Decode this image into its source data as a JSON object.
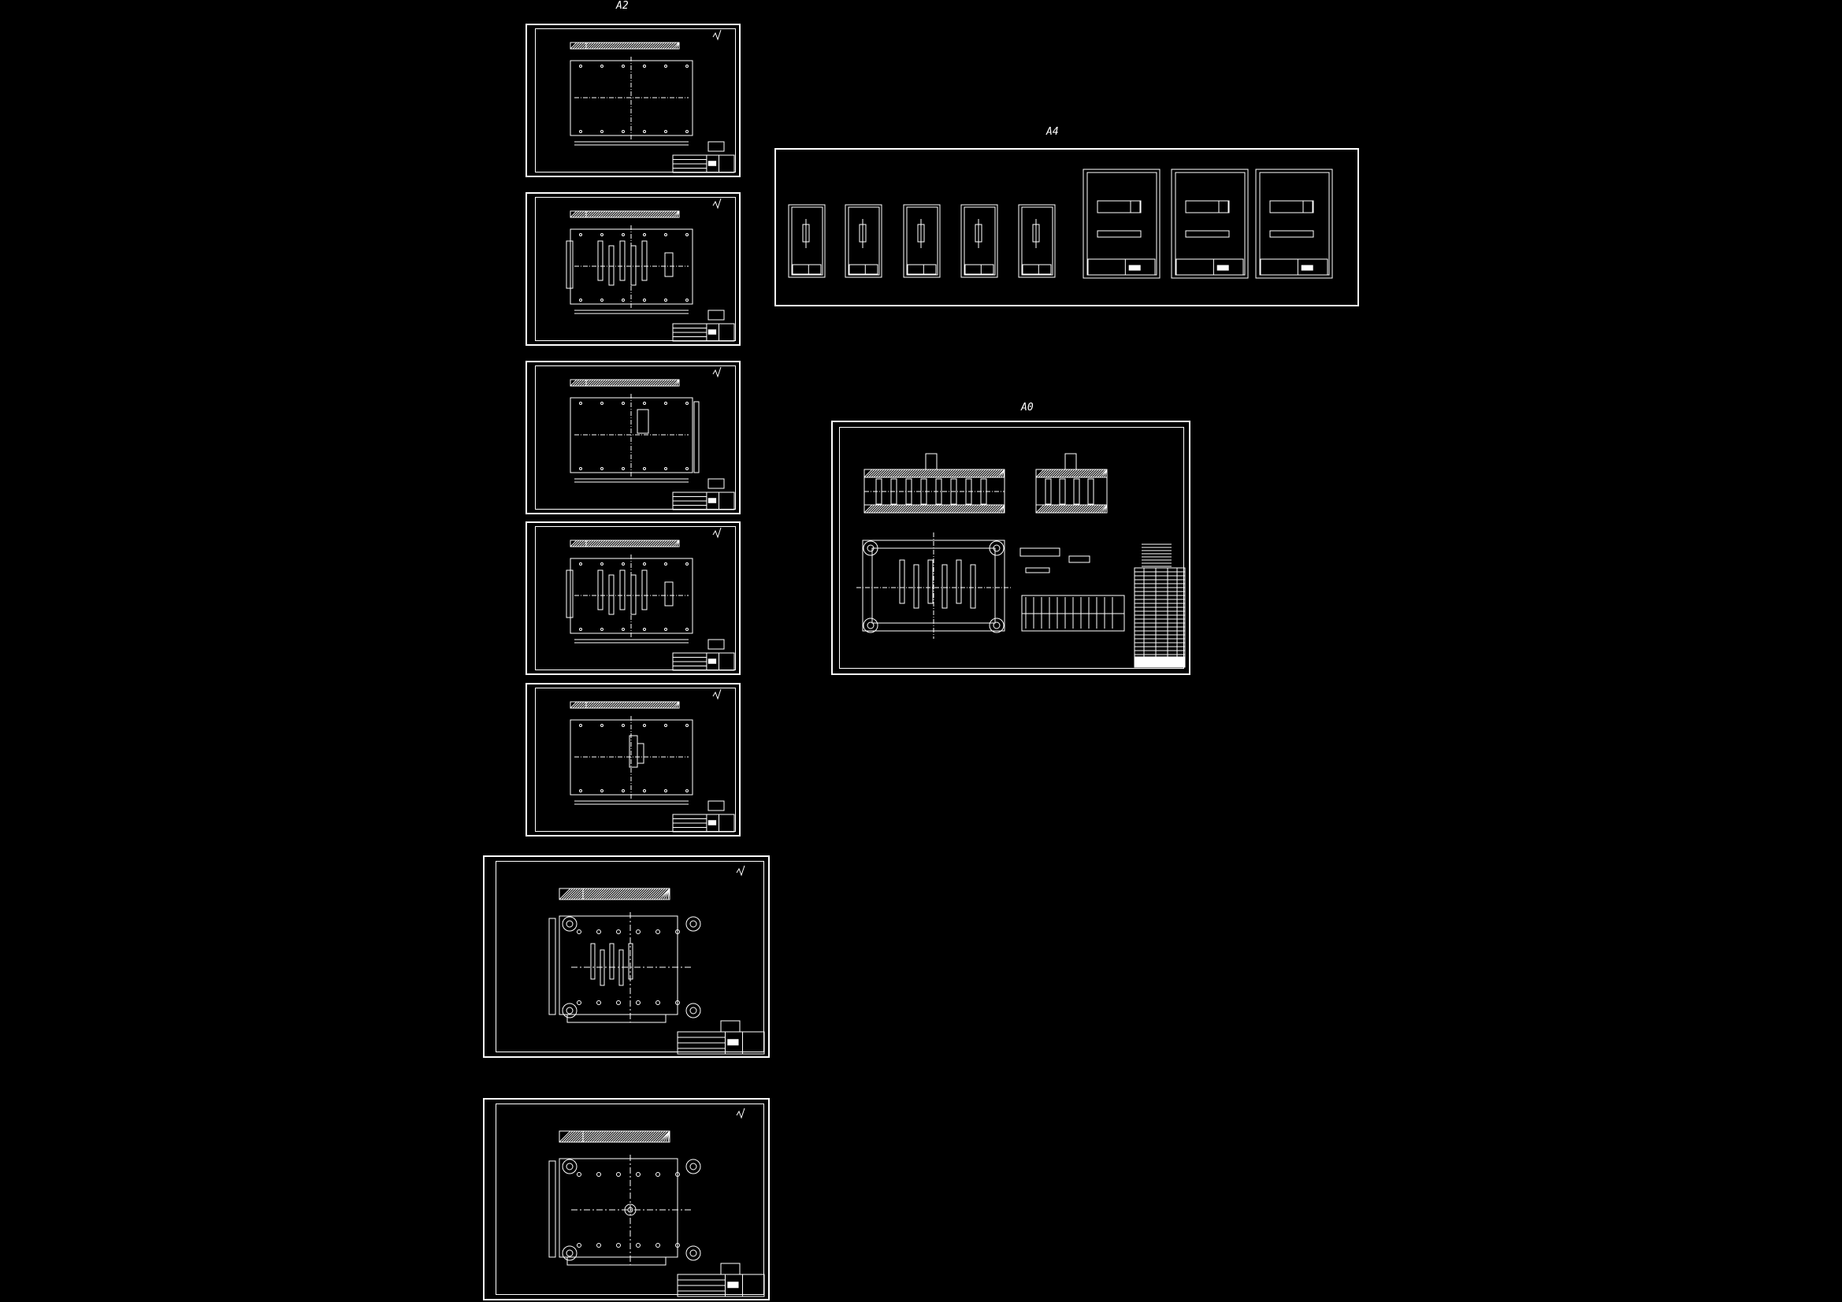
{
  "canvas": {
    "background": "#000000",
    "line_color": "#ffffff"
  },
  "groups": {
    "a2": {
      "label": "A2"
    },
    "a4": {
      "label": "A4"
    },
    "a0": {
      "label": "A0"
    }
  }
}
